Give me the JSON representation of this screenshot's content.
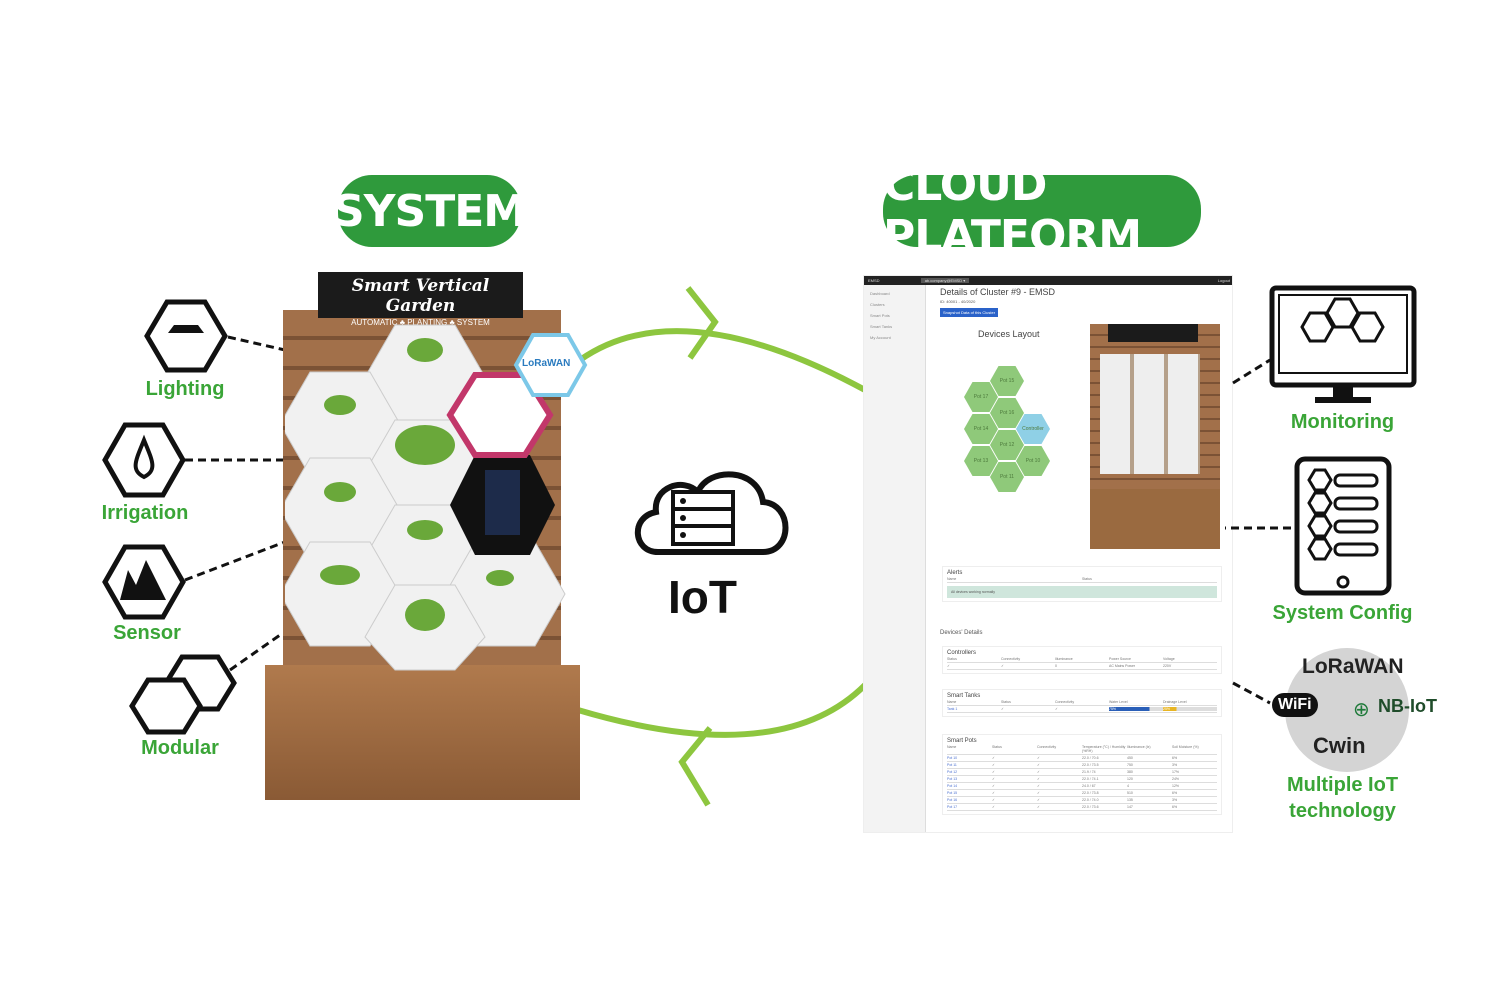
{
  "headers": {
    "system": "SYSTEM",
    "cloud": "CLOUD PLATFORM"
  },
  "features_left": [
    {
      "label": "Lighting",
      "icon": "lighting-icon"
    },
    {
      "label": "Irrigation",
      "icon": "droplet-icon"
    },
    {
      "label": "Sensor",
      "icon": "sensor-chart-icon"
    },
    {
      "label": "Modular",
      "icon": "link-icon"
    }
  ],
  "garden_sign": {
    "title": "Smart Vertical Garden",
    "subtitle": "AUTOMATIC ♣ PLANTING ♣ SYSTEM"
  },
  "lorawan_badge": "LoRaWAN",
  "center": {
    "label": "IoT",
    "icon": "cloud-server-icon"
  },
  "features_right": [
    {
      "label": "Monitoring"
    },
    {
      "label": "System Config"
    },
    {
      "label": "Multiple IoT technology"
    }
  ],
  "iot_tech": [
    "LoRaWAN",
    "WiFi",
    "NB-IoT",
    "Cwin"
  ],
  "dashboard": {
    "brand": "EMSD",
    "dropdown": "ab.company@EMSD ▾",
    "user": "Logout",
    "sidebar": [
      "Dashboard",
      "Clusters",
      "Smart Pots",
      "Smart Tanks",
      "My Account"
    ],
    "title": "Details of Cluster #9 - EMSD",
    "id": "ID: 40001 - 40/2020",
    "button": "Snapshot Data of this Cluster",
    "layout_title": "Devices Layout",
    "hexes": [
      "Pot 15",
      "Pot 17",
      "Pot 16",
      "Pot 14",
      "Controller",
      "Pot 12",
      "Pot 13",
      "Pot 10",
      "Pot 11"
    ],
    "alerts": {
      "title": "Alerts",
      "cols": [
        "Name",
        "Status"
      ],
      "message": "All devices working normally"
    },
    "details_title": "Devices' Details",
    "controllers": {
      "title": "Controllers",
      "cols": [
        "Status",
        "Connectivity",
        "Illuminance",
        "Power Source",
        "Voltage"
      ],
      "row": [
        "✓",
        "✓",
        "0",
        "AC Mains Power",
        "220V"
      ]
    },
    "tanks": {
      "title": "Smart Tanks",
      "cols": [
        "Name",
        "Status",
        "Connectivity",
        "Water Level",
        "Drainage Level"
      ],
      "row": [
        "Tank 1",
        "✓",
        "✓",
        "75%",
        "25%"
      ],
      "water_level": 0.75,
      "drainage_level": 0.25
    },
    "pots": {
      "title": "Smart Pots",
      "cols": [
        "Name",
        "Status",
        "Connectivity",
        "Temperature (°C) / Humidity (%RH)",
        "Illuminance (lx)",
        "Soil Moisture (%)"
      ],
      "rows": [
        [
          "Pot 10",
          "✓",
          "✓",
          "22.0 / 70.6",
          "450",
          "6%"
        ],
        [
          "Pot 11",
          "✓",
          "✓",
          "22.0 / 73.5",
          "750",
          "3%"
        ],
        [
          "Pot 12",
          "✓",
          "✓",
          "21.9 / 74",
          "380",
          "17%"
        ],
        [
          "Pot 13",
          "✓",
          "✓",
          "22.0 / 74.1",
          "120",
          "24%"
        ],
        [
          "Pot 14",
          "✓",
          "✓",
          "24.0 / 67",
          "4",
          "12%"
        ],
        [
          "Pot 15",
          "✓",
          "✓",
          "22.0 / 73.8",
          "510",
          "6%"
        ],
        [
          "Pot 16",
          "✓",
          "✓",
          "22.0 / 74.0",
          "135",
          "3%"
        ],
        [
          "Pot 17",
          "✓",
          "✓",
          "22.0 / 73.6",
          "147",
          "6%"
        ]
      ]
    }
  },
  "colors": {
    "green": "#2f9a3c",
    "arc": "#8dc63f",
    "label": "#3aa537"
  }
}
